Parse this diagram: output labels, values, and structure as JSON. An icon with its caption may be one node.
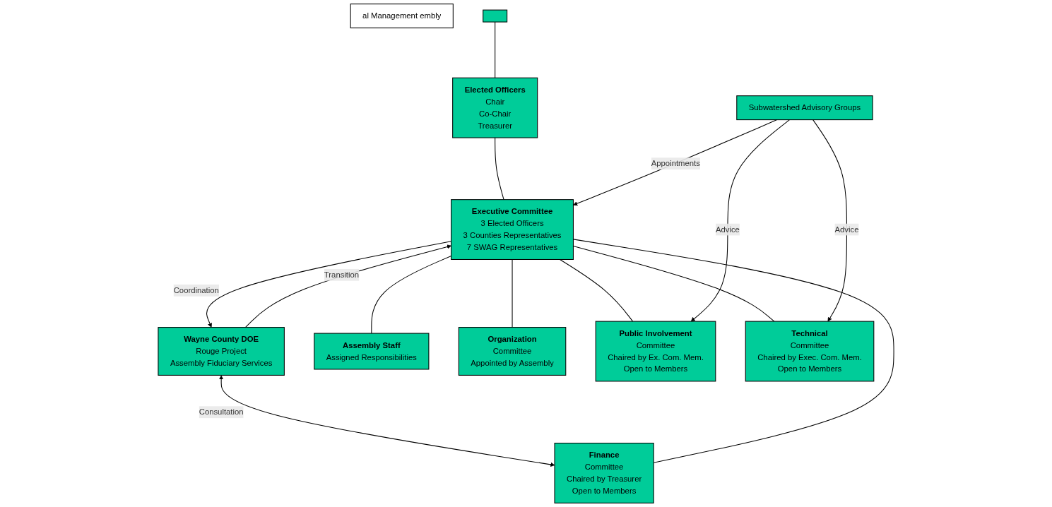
{
  "diagram": {
    "nodes": [
      {
        "text": [
          "al Management embly"
        ]
      },
      {
        "text": [],
        "shape": "box"
      },
      {
        "text": [
          "Elected Officers",
          "Chair",
          "Co-Chair",
          "Treasurer"
        ]
      },
      {
        "text": [
          "Wayne County DOE",
          "Rouge Project",
          "Assembly Fiduciary Services"
        ]
      },
      {
        "text": [
          "Executive Committee",
          "3 Elected Officers",
          "3 Counties Representatives",
          "7 SWAG Representatives"
        ]
      },
      {
        "text": [
          "Subwatershed Advisory Groups"
        ]
      },
      {
        "text": [
          "Assembly Staff",
          "Assigned Responsibilities"
        ]
      },
      {
        "text": [
          "Finance",
          "Committee",
          "Chaired by Treasurer",
          "Open to Members"
        ]
      },
      {
        "text": [
          "Organization",
          "Committee",
          "Appointed by Assembly"
        ]
      },
      {
        "text": [
          "Public Involvement",
          "Committee",
          "Chaired by Ex. Com. Mem.",
          "Open to Members"
        ]
      },
      {
        "text": [
          "Technical",
          "Committee",
          "Chaired by Exec. Com. Mem.",
          "Open to Members"
        ]
      }
    ],
    "edges": [
      {
        "from": 1,
        "to": 2,
        "arrow": "none"
      },
      {
        "from": 2,
        "to": 4,
        "arrow": "none"
      },
      {
        "from": 4,
        "to": 3,
        "arrow": "to",
        "label": "Coordination"
      },
      {
        "from": 3,
        "to": 4,
        "arrow": "to",
        "label": "Transition"
      },
      {
        "from": 5,
        "to": 4,
        "arrow": "to",
        "label": "Appointments"
      },
      {
        "from": 3,
        "to": 7,
        "arrow": "both",
        "label": "Consultation"
      },
      {
        "from": 4,
        "to": 6,
        "arrow": "none"
      },
      {
        "from": 4,
        "to": 7,
        "arrow": "none"
      },
      {
        "from": 4,
        "to": 8,
        "arrow": "none"
      },
      {
        "from": 4,
        "to": 9,
        "arrow": "none"
      },
      {
        "from": 4,
        "to": 10,
        "arrow": "none"
      },
      {
        "from": 5,
        "to": 9,
        "arrow": "to",
        "label": "Advice"
      },
      {
        "from": 5,
        "to": 10,
        "arrow": "to",
        "label": "Advice"
      }
    ]
  }
}
